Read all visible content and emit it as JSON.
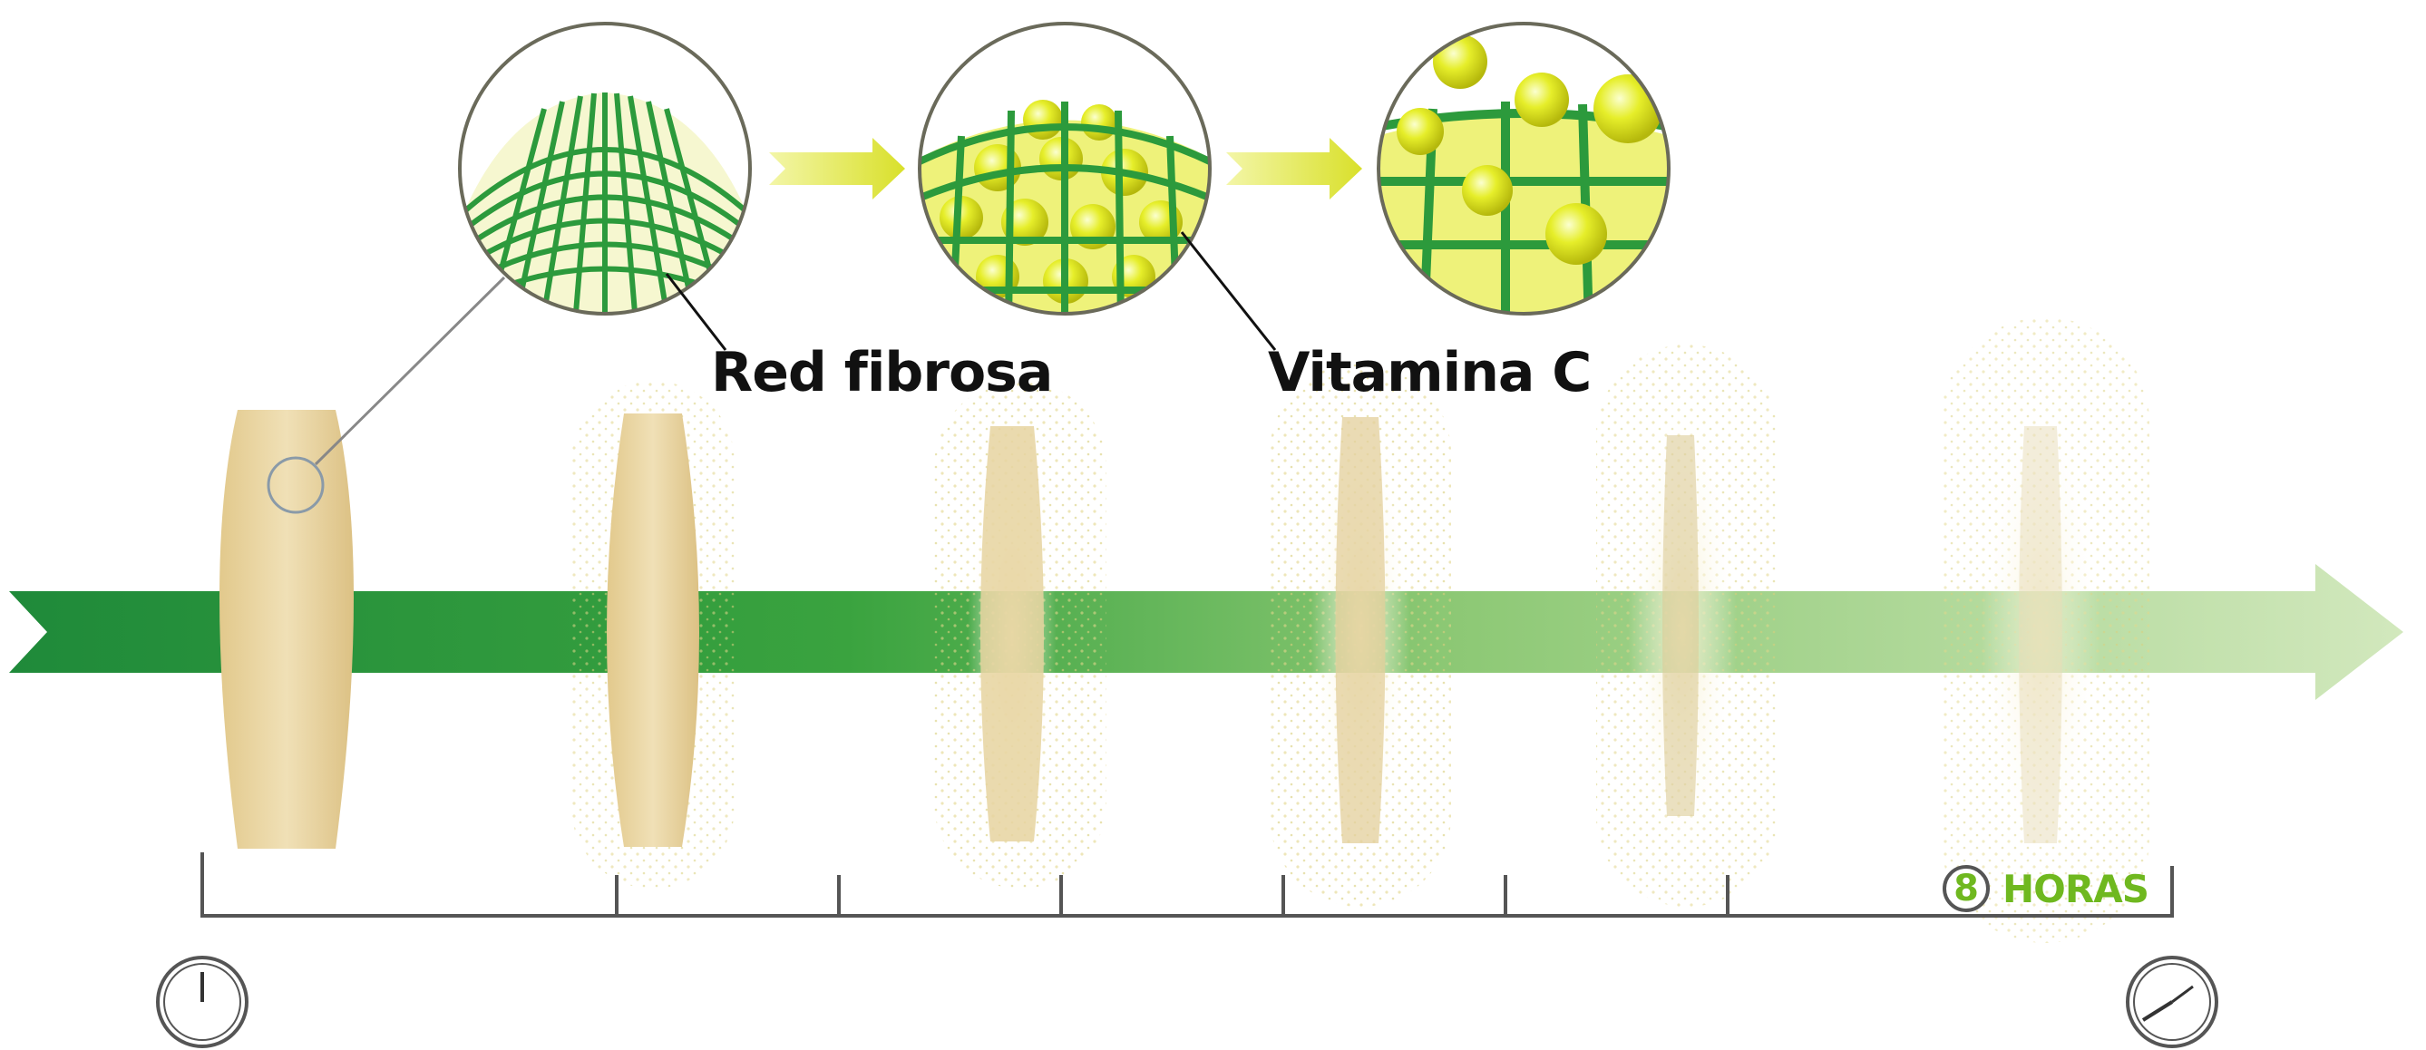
{
  "labels": {
    "fiber_network": "Red fibrosa",
    "vitamin_c": "Vitamina C"
  },
  "timeline": {
    "duration_number": "8",
    "duration_unit": "HORAS"
  },
  "colors": {
    "arrow_dark": "#1f8a3a",
    "arrow_light": "#cfe6b8",
    "mesh_green": "#2c9a3c",
    "granule_yellow": "#e8f020",
    "tablet_beige": "#ead7a6",
    "hours_green": "#6fb81f",
    "axis_gray": "#555555"
  },
  "icons": {
    "start_clock": "clock-icon",
    "end_clock": "clock-icon"
  }
}
